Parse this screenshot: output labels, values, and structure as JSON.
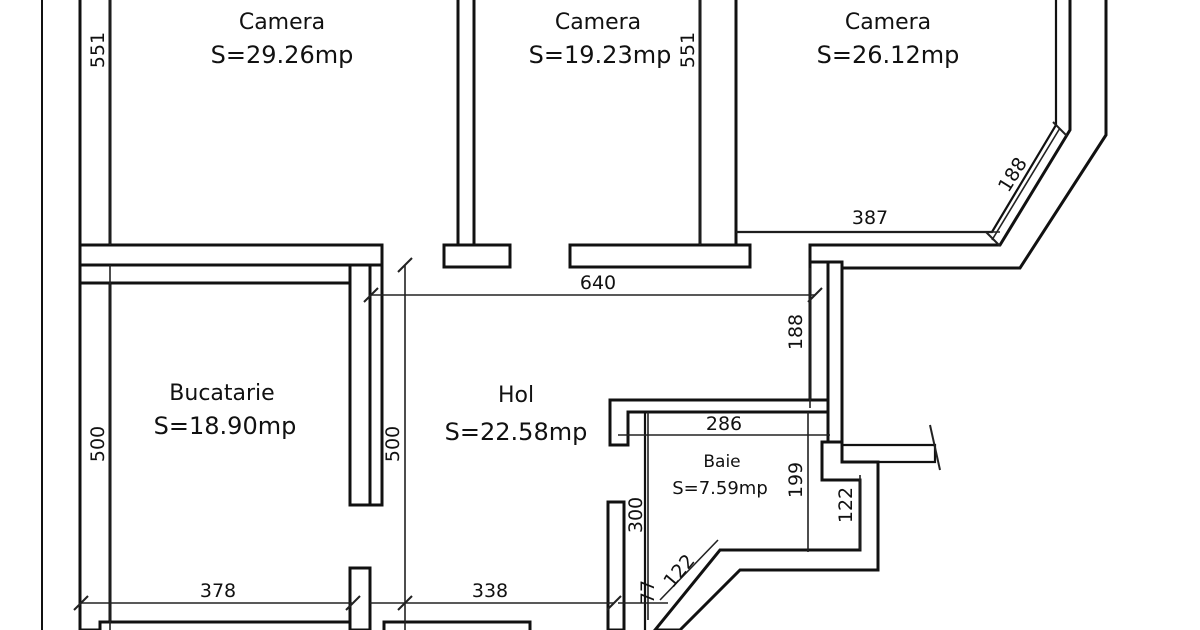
{
  "rooms": {
    "camera1": {
      "name": "Camera",
      "area": "S=29.26mp"
    },
    "camera2": {
      "name": "Camera",
      "area": "S=19.23mp"
    },
    "camera3": {
      "name": "Camera",
      "area": "S=26.12mp"
    },
    "bucatarie": {
      "name": "Bucatarie",
      "area": "S=18.90mp"
    },
    "hol": {
      "name": "Hol",
      "area": "S=22.58mp"
    },
    "baie": {
      "name": "Baie",
      "area": "S=7.59mp"
    }
  },
  "dimensions": {
    "camera1_height": "551",
    "camera2_height": "551",
    "camera3_diag": "188",
    "camera3_width": "387",
    "hol_width": "640",
    "hol_right": "188",
    "bucatarie_height": "500",
    "hol_height": "500",
    "baie_width": "286",
    "baie_height": "199",
    "baie_left": "300",
    "baie_right": "122",
    "baie_diag": "122",
    "baie_bottom": "77",
    "bucatarie_width": "378",
    "hol_bottom": "338"
  },
  "colors": {
    "line": "#111111",
    "paper": "#ffffff"
  }
}
